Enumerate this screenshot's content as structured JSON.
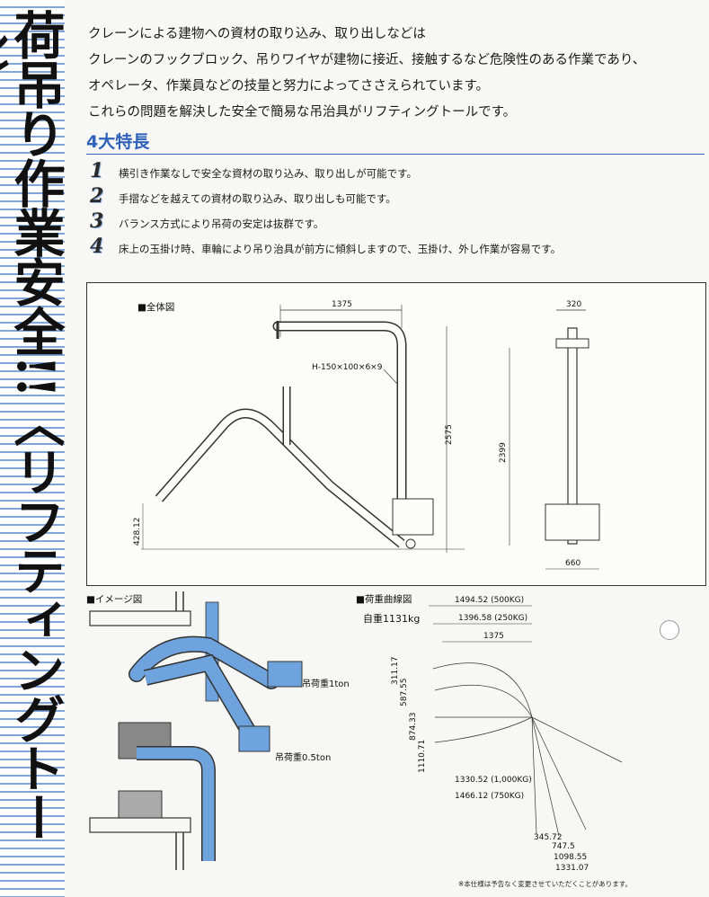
{
  "vertical_title": "荷吊り作業安全!!〈リフティングトール〉",
  "intro_lines": [
    "クレーンによる建物への資材の取り込み、取り出しなどは",
    "クレーンのフックブロック、吊りワイヤが建物に接近、接触するなど危険性のある作業であり、",
    "オペレータ、作業員などの技量と努力によってささえられています。",
    "これらの問題を解決した安全で簡易な吊治具がリフティングトールです。"
  ],
  "features_heading": "4大特長",
  "features": [
    {
      "num": "1",
      "text": "横引き作業なしで安全な資材の取り込み、取り出しが可能です。"
    },
    {
      "num": "2",
      "text": "手摺などを越えての資材の取り込み、取り出しも可能です。"
    },
    {
      "num": "3",
      "text": "バランス方式により吊荷の安定は抜群です。"
    },
    {
      "num": "4",
      "text": "床上の玉掛け時、車輪により吊り治具が前方に傾斜しますので、玉掛け、外し作業が容易です。"
    }
  ],
  "overall_diagram": {
    "label": "■全体図",
    "dim_top": "1375",
    "beam_spec": "H-150×100×6×9",
    "dim_height": "2575",
    "dim_low": "428.12",
    "dim_side_top": "320",
    "dim_side_height": "2399",
    "dim_side_bottom": "660"
  },
  "image_diagram": {
    "label": "■イメージ図",
    "load1": "吊荷重1ton",
    "load2": "吊荷重0.5ton"
  },
  "load_curve": {
    "label": "■荷重曲線図",
    "self_weight": "自重1131kg",
    "top_dims": [
      "1494.52 (500KG)",
      "1396.58 (250KG)",
      "1375"
    ],
    "left_dims": [
      "311.17",
      "587.55",
      "874.33",
      "1110.71"
    ],
    "mid_dims": [
      "1330.52 (1,000KG)",
      "1466.12 (750KG)"
    ],
    "bottom_dims": [
      "345.72",
      "747.5",
      "1098.55",
      "1331.07"
    ]
  },
  "footnote": "※本仕様は予告なく変更させていただくことがあります。"
}
